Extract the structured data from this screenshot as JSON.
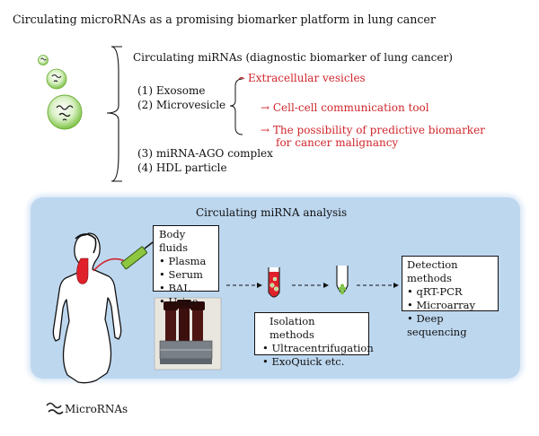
{
  "title": "Circulating microRNAs as a promising biomarker platform in lung cancer",
  "section_top": {
    "heading": "Circulating miRNAs (diagnostic biomarker of lung cancer)",
    "items": [
      "(1) Exosome",
      "(2) Microvesicle",
      "(3) miRNA-AGO complex",
      "(4) HDL particle"
    ],
    "vesicles_label": "Extracellular vesicles",
    "arrow_notes": [
      "→ Cell-cell communication tool",
      "→ The possibility of predictive biomarker",
      "for cancer malignancy"
    ]
  },
  "analysis": {
    "heading": "Circulating miRNA analysis",
    "body_fluids": {
      "title": "Body fluids",
      "items": [
        "Plasma",
        "Serum",
        "BAL",
        "Urine"
      ]
    },
    "isolation": {
      "title": "Isolation methods",
      "items": [
        "Ultracentrifugation",
        "ExoQuick etc."
      ]
    },
    "detection": {
      "title": "Detection methods",
      "items": [
        "qRT-PCR",
        "Microarray",
        "Deep sequencing"
      ]
    }
  },
  "legend": {
    "label": "MicroRNAs",
    "icon": "microrna-squiggle-icon"
  },
  "colors": {
    "accent_red": "#d0262c",
    "panel_blue": "#bdd7ef",
    "vesicle_green": "#7cc243",
    "syringe_green": "#8dc63f",
    "lung_red": "#e0202a"
  }
}
